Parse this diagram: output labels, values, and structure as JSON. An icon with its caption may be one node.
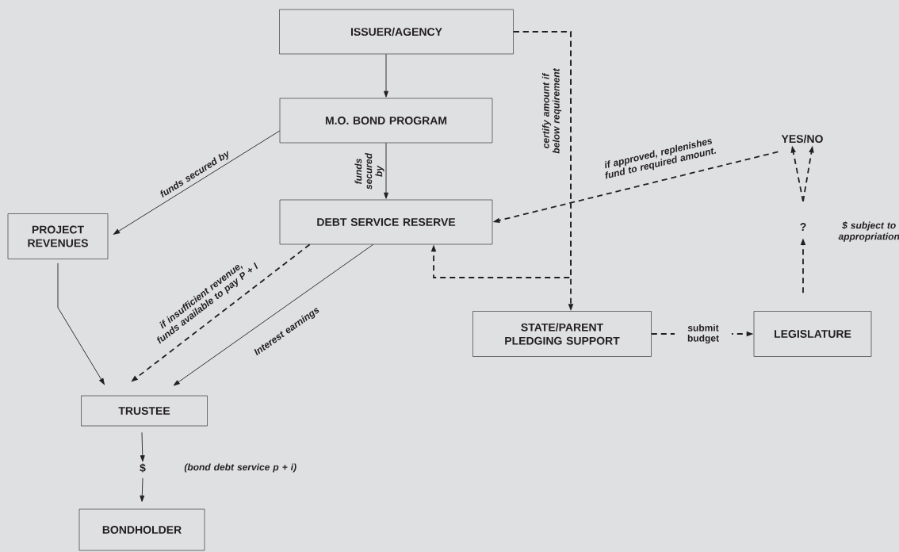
{
  "diagram": {
    "nodes": [
      {
        "text": [
          "ISSUER/AGENCY"
        ]
      },
      {
        "text": [
          "M.O. BOND PROGRAM"
        ]
      },
      {
        "text": [
          "PROJECT REVENUES"
        ]
      },
      {
        "text": [
          "DEBT SERVICE RESERVE"
        ]
      },
      {
        "text": [
          "YES/NO"
        ]
      },
      {
        "text": [
          "?"
        ],
        "beside": [
          "$ subject to appropriation"
        ]
      },
      {
        "text": [
          "STATE/PARENT PLEDGING SUPPORT"
        ]
      },
      {
        "text": [
          "LEGISLATURE"
        ]
      },
      {
        "text": [
          "TRUSTEE"
        ]
      },
      {
        "text": [
          "$"
        ],
        "beside": [
          "(bond debt service p + i)"
        ]
      },
      {
        "text": [
          "BONDHOLDER"
        ]
      }
    ],
    "edges": [
      {
        "from": 0,
        "to": 1,
        "arrow": "to"
      },
      {
        "from": 1,
        "to": 3,
        "arrow": "to",
        "label": "funds secured by"
      },
      {
        "from": 1,
        "to": 2,
        "arrow": "to",
        "label": "funds secured by"
      },
      {
        "from": 0,
        "to": 6,
        "arrow": "to",
        "style": "dashed",
        "label": "certify amount if below requirement"
      },
      {
        "from": 0,
        "to": 3,
        "arrow": "to",
        "style": "dashed"
      },
      {
        "from": 4,
        "to": 3,
        "arrow": "to",
        "style": "dashed",
        "label": "if approved, replenishes fund to required amount."
      },
      {
        "from": 5,
        "to": 4,
        "arrow": "to",
        "style": "dashed"
      },
      {
        "from": 5,
        "to": 4,
        "arrow": "to",
        "style": "dashed"
      },
      {
        "from": 7,
        "to": 5,
        "arrow": "to",
        "style": "dashed"
      },
      {
        "from": 6,
        "to": 7,
        "arrow": "to",
        "style": "dashed",
        "label": "submit budget"
      },
      {
        "from": 3,
        "to": 8,
        "arrow": "to",
        "style": "dashed",
        "label": "if insufficient revenue, funds available to pay P + I"
      },
      {
        "from": 3,
        "to": 8,
        "arrow": "to",
        "label": "Interest earnings"
      },
      {
        "from": 2,
        "to": 8,
        "arrow": "to"
      },
      {
        "from": 8,
        "to": 9,
        "arrow": "to"
      },
      {
        "from": 9,
        "to": 10,
        "arrow": "to"
      }
    ]
  }
}
